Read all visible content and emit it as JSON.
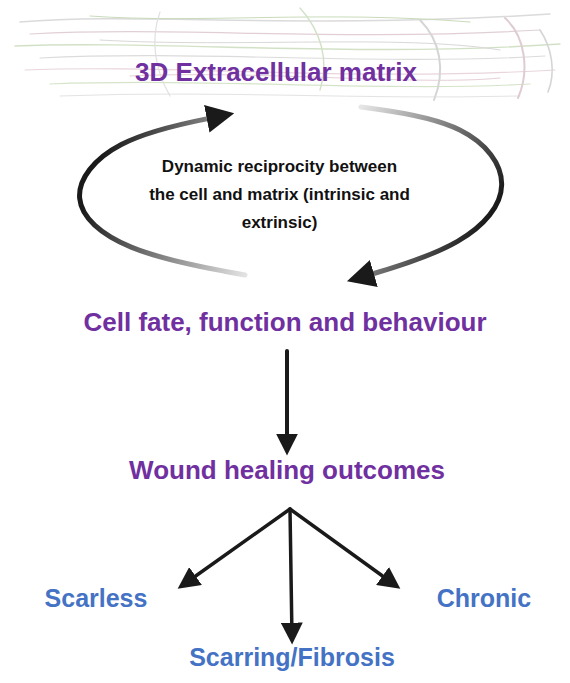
{
  "diagram": {
    "nodes": [
      {
        "text": [
          "3D Extracellular matrix"
        ]
      },
      {
        "text": [
          "Cell fate, function and behaviour"
        ]
      },
      {
        "text": [
          "Wound healing outcomes"
        ]
      },
      {
        "text": [
          "Scarless"
        ]
      },
      {
        "text": [
          "Chronic"
        ]
      },
      {
        "text": [
          "Scarring/Fibrosis"
        ]
      }
    ],
    "edges": [
      {
        "from": 0,
        "to": 1,
        "arrow": "to"
      },
      {
        "from": 1,
        "to": 0,
        "arrow": "to"
      },
      {
        "from": 1,
        "to": 2,
        "arrow": "to"
      },
      {
        "from": 2,
        "to": 3,
        "arrow": "to"
      },
      {
        "from": 2,
        "to": 5,
        "arrow": "to"
      },
      {
        "from": 2,
        "to": 4,
        "arrow": "to"
      }
    ],
    "labels": [
      "Dynamic reciprocity between the cell and matrix (intrinsic and extrinsic)"
    ]
  }
}
